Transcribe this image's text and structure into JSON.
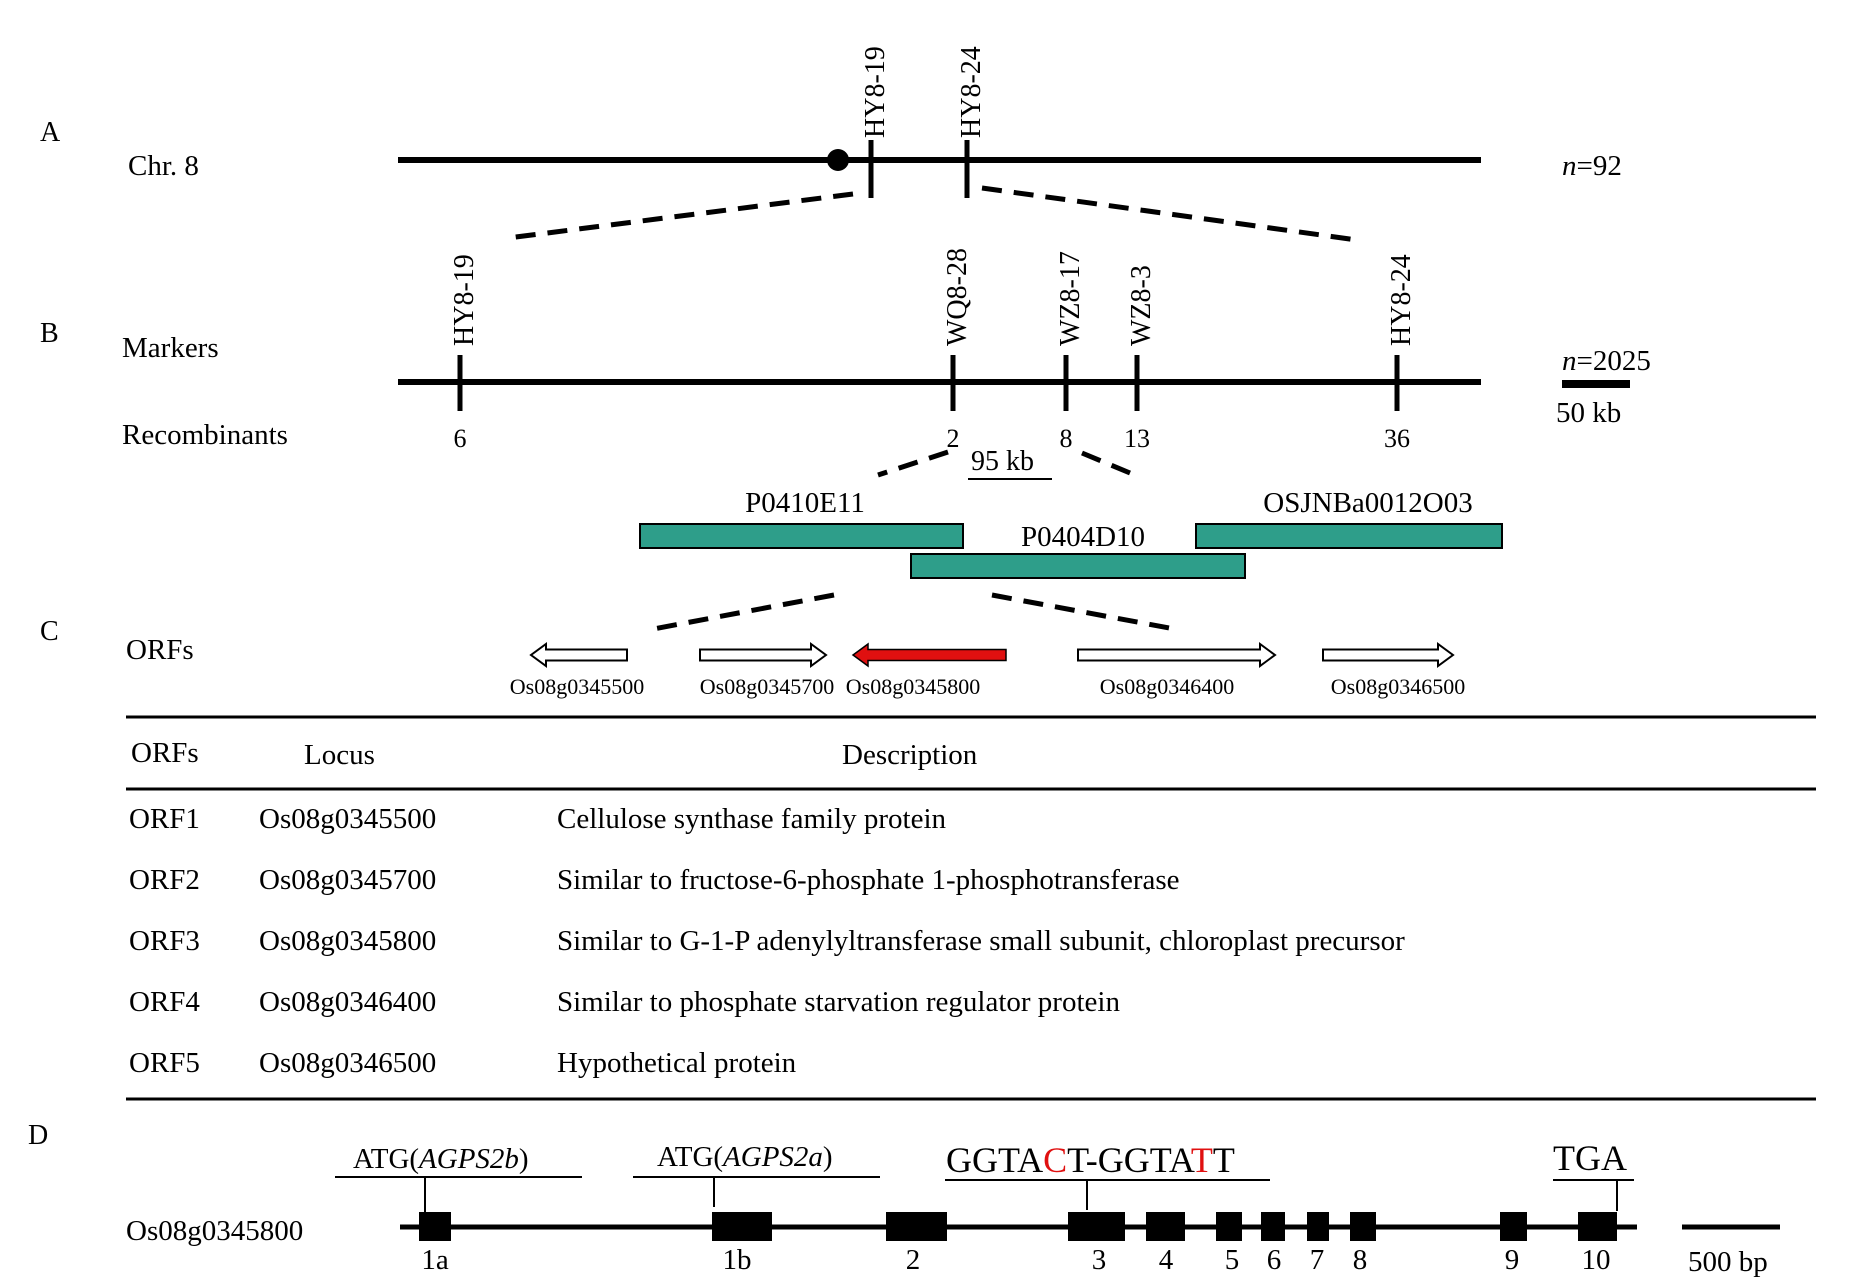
{
  "panels": {
    "a": "A",
    "b": "B",
    "c": "C",
    "d": "D"
  },
  "panel_a": {
    "chr_label": "Chr. 8",
    "markers": [
      "HY8-19",
      "HY8-24"
    ],
    "n_italic": "n",
    "n_value": "=92"
  },
  "panel_b": {
    "markers_label": "Markers",
    "recombinants_label": "Recombinants",
    "markers": [
      {
        "name": "HY8-19",
        "recombinants": "6"
      },
      {
        "name": "WQ8-28",
        "recombinants": "2"
      },
      {
        "name": "WZ8-17",
        "recombinants": "8"
      },
      {
        "name": "WZ8-3",
        "recombinants": "13"
      },
      {
        "name": "HY8-24",
        "recombinants": "36"
      }
    ],
    "n_italic": "n",
    "n_value": "=2025",
    "scale_label": "50 kb",
    "interval_label": "95 kb",
    "clones": [
      "P0410E11",
      "P0404D10",
      "OSJNBa0012O03"
    ],
    "clone_color": "#2e9e8a"
  },
  "panel_c": {
    "orfs_label": "ORFs",
    "orfs": [
      {
        "locus": "Os08g0345500",
        "direction": "left",
        "highlight": false
      },
      {
        "locus": "Os08g0345700",
        "direction": "right",
        "highlight": false
      },
      {
        "locus": "Os08g0345800",
        "direction": "left",
        "highlight": true
      },
      {
        "locus": "Os08g0346400",
        "direction": "right",
        "highlight": false
      },
      {
        "locus": "Os08g0346500",
        "direction": "right",
        "highlight": false
      }
    ],
    "highlight_color": "#e01010"
  },
  "table": {
    "headers": [
      "ORFs",
      "Locus",
      "Description"
    ],
    "rows": [
      [
        "ORF1",
        "Os08g0345500",
        "Cellulose synthase family protein"
      ],
      [
        "ORF2",
        "Os08g0345700",
        "Similar to fructose-6-phosphate 1-phosphotransferase"
      ],
      [
        "ORF3",
        "Os08g0345800",
        "Similar to G-1-P adenylyltransferase small subunit, chloroplast precursor"
      ],
      [
        "ORF4",
        "Os08g0346400",
        "Similar to phosphate starvation regulator protein"
      ],
      [
        "ORF5",
        "Os08g0346500",
        "Hypothetical protein"
      ]
    ]
  },
  "panel_d": {
    "gene_label": "Os08g0345800",
    "atg_b_prefix": "ATG(",
    "atg_b_italic": "AGPS2b",
    "atg_b_suffix": ")",
    "atg_a_prefix": "ATG(",
    "atg_a_italic": "AGPS2a",
    "atg_a_suffix": ")",
    "splice": [
      "GGTA",
      "C",
      "T-GGTA",
      "T",
      "T"
    ],
    "stop": "TGA",
    "exons": [
      "1a",
      "1b",
      "2",
      "3",
      "4",
      "5",
      "6",
      "7",
      "8",
      "9",
      "10"
    ],
    "scale_label": "500 bp",
    "mutation_color": "#e01010"
  }
}
